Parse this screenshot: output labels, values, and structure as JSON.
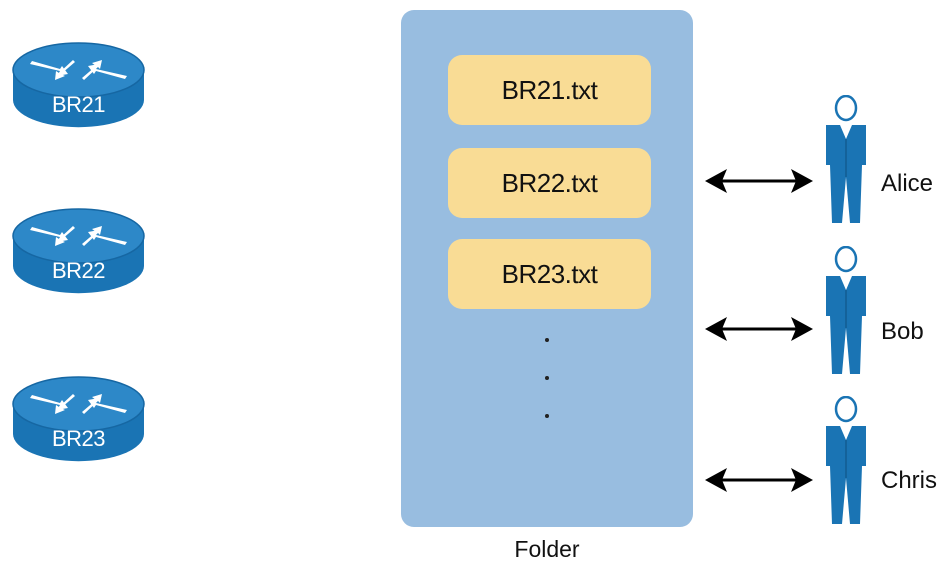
{
  "routers": [
    {
      "label": "BR21"
    },
    {
      "label": "BR22"
    },
    {
      "label": "BR23"
    }
  ],
  "folder": {
    "label": "Folder",
    "files": [
      "BR21.txt",
      "BR22.txt",
      "BR23.txt"
    ],
    "ellipsis": "..."
  },
  "users": [
    {
      "name": "Alice"
    },
    {
      "name": "Bob"
    },
    {
      "name": "Chris"
    }
  ],
  "colors": {
    "router_blue": "#1a74b4",
    "folder_blue": "#98bde0",
    "file_yellow": "#f9dc95",
    "person_blue": "#1a74b4"
  },
  "icons": {
    "router": "router-icon",
    "user": "user-icon",
    "arrow": "double-arrow-icon"
  }
}
